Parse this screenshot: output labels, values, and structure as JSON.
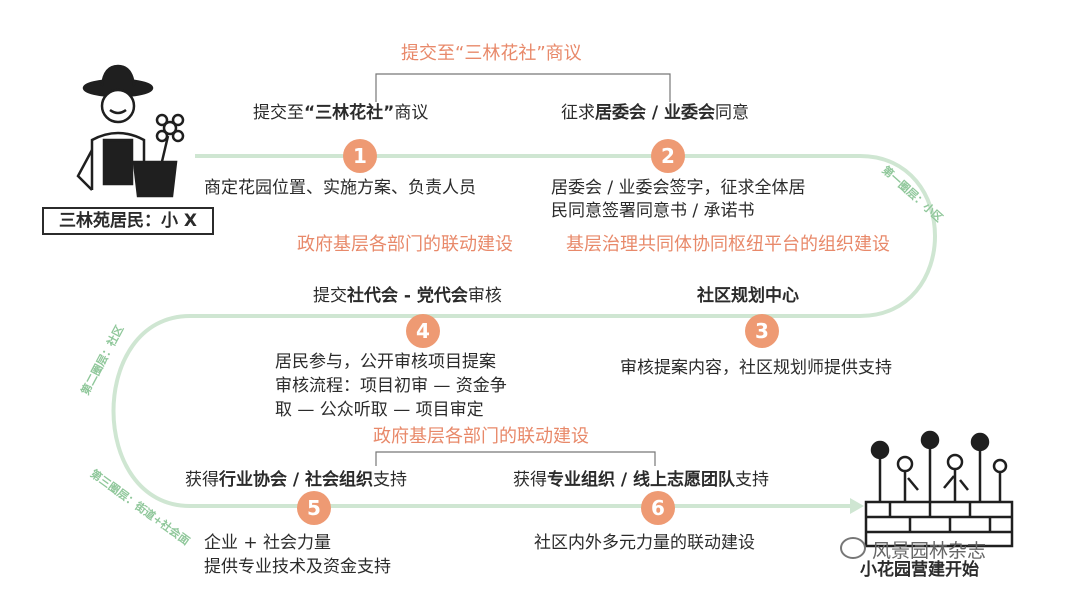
{
  "resident": {
    "label": "三林苑居民：小 X"
  },
  "end_label": "小花园营建开始",
  "watermark": "风景园林杂志",
  "top": {
    "group_label": "提交至“三林花社”商议"
  },
  "step1": {
    "number": "1",
    "title_pre": "提交至",
    "title_bold": "“三林花社”",
    "title_post": "商议",
    "desc": "商定花园位置、实施方案、负责人员"
  },
  "step2": {
    "number": "2",
    "title_pre": "征求",
    "title_bold": "居委会 / 业委会",
    "title_post": "同意",
    "desc_line1": "居委会 / 业委会签字，征求全体居",
    "desc_line2": "民同意签署同意书 / 承诺书"
  },
  "mid": {
    "left_label": "政府基层各部门的联动建设",
    "right_label": "基层治理共同体协同枢纽平台的组织建设"
  },
  "step3": {
    "number": "3",
    "title_bold": "社区规划中心",
    "desc": "审核提案内容，社区规划师提供支持"
  },
  "step4": {
    "number": "4",
    "title_pre": "提交",
    "title_bold": "社代会 - 党代会",
    "title_post": "审核",
    "desc_line1": "居民参与，公开审核项目提案",
    "desc_line2": "审核流程：项目初审 — 资金争",
    "desc_line3": "取 — 公众听取 — 项目审定"
  },
  "lower": {
    "group_label": "政府基层各部门的联动建设"
  },
  "step5": {
    "number": "5",
    "title_pre": "获得",
    "title_bold": "行业协会 / 社会组织",
    "title_post": "支持",
    "desc_line1": "企业 + 社会力量",
    "desc_line2": "提供专业技术及资金支持"
  },
  "step6": {
    "number": "6",
    "title_pre": "获得",
    "title_bold": "专业组织 / 线上志愿团队",
    "title_post": "支持",
    "desc": "社区内外多元力量的联动建设"
  },
  "circles": {
    "c1": "第一圈层：小区",
    "c2": "第二圈层：社区",
    "c3": "第三圈层：街道+社会面"
  },
  "colors": {
    "path": "#cfe6d2",
    "step": "#ee9a73",
    "accent_text": "#e8896a",
    "circle_label": "#8fc79a"
  }
}
